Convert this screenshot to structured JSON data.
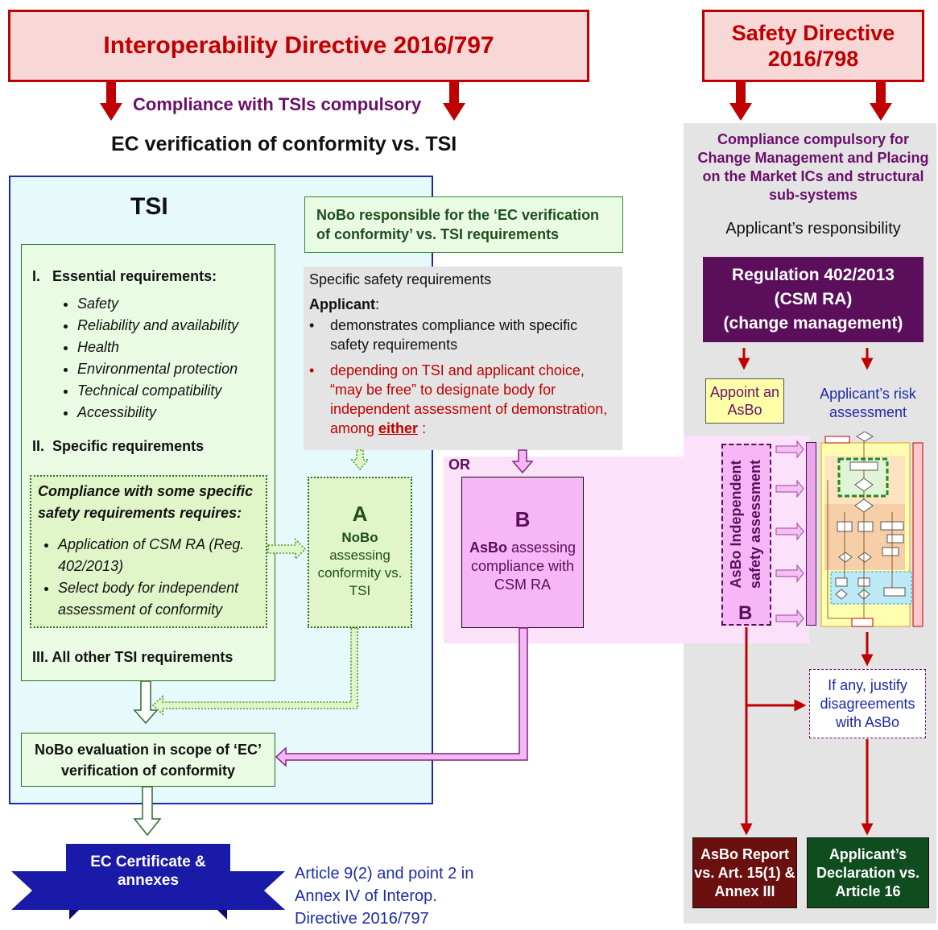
{
  "colors": {
    "dark_red": "#c00000",
    "pink_header": "#f8d7d7",
    "purple_text": "#6a0f6a",
    "purple_box": "#5b0f5b",
    "blue_border": "#1f2aa8",
    "light_cyan": "#e6f9fb",
    "light_green": "#eafbe4",
    "green_border": "#2e8b2e",
    "gray_panel": "#e4e4e4",
    "magenta_box": "#f7b6f5",
    "yellow_box": "#ffffa8",
    "blue_banner": "#1a1aa8",
    "maroon_box": "#6b0f0f",
    "dark_green_box": "#0f4d1f"
  },
  "interop": {
    "title": "Interoperability Directive 2016/797",
    "compliance": "Compliance with TSIs compulsory",
    "ec_verification": "EC verification of conformity vs. TSI"
  },
  "safety": {
    "title": "Safety Directive 2016/798",
    "compliance": "Compliance compulsory for Change Management and Placing on the Market ICs and structural sub-systems",
    "responsibility": "Applicant’s responsibility",
    "regulation_line1": "Regulation 402/2013",
    "regulation_line2": "(CSM RA)",
    "regulation_line3": "(change management)",
    "appoint_asbo": "Appoint an AsBo",
    "risk_assessment": "Applicant’s risk assessment",
    "asbo_vertical": "AsBo Independent safety assessment",
    "asbo_vertical_b": "B",
    "justify": "If any, justify disagreements with AsBo",
    "asbo_report": "AsBo Report vs. Art. 15(1) & Annex III",
    "declaration": "Applicant’s Declaration vs. Article 16"
  },
  "tsi": {
    "title": "TSI",
    "essential_heading": "Essential requirements:",
    "essential_items": [
      "Safety",
      "Reliability and availability",
      "Health",
      "Environmental protection",
      "Technical compatibility",
      "Accessibility"
    ],
    "specific_heading": "Specific requirements",
    "compliance_heading": "Compliance with some specific safety requirements requires:",
    "compliance_items": [
      "Application of CSM RA (Reg. 402/2013)",
      "Select body for independent assessment of conformity"
    ],
    "other_heading": "All other TSI requirements",
    "numerals": [
      "I.",
      "II.",
      "III."
    ]
  },
  "nobo": {
    "responsible": "NoBo responsible for the ‘EC verification of conformity’ vs. TSI requirements",
    "specific_title": "Specific safety requirements",
    "applicant_label": "Applicant",
    "demonstrates": "demonstrates compliance with specific safety requirements",
    "depending": "depending on TSI and applicant choice, “may be free” to designate body for independent assessment of demonstration, among ",
    "either": "either",
    "depending_end": " :",
    "or_label": "OR",
    "a_letter": "A",
    "a_title": "NoBo",
    "a_text": "assessing conformity vs. TSI",
    "b_letter": "B",
    "b_title": "AsBo",
    "b_text": " assessing compliance with CSM RA",
    "evaluation": "NoBo evaluation in scope of ‘EC’ verification of conformity"
  },
  "certificate": {
    "text": "EC Certificate & annexes",
    "article": "Article 9(2) and point 2 in Annex IV of Interop. Directive 2016/797"
  }
}
